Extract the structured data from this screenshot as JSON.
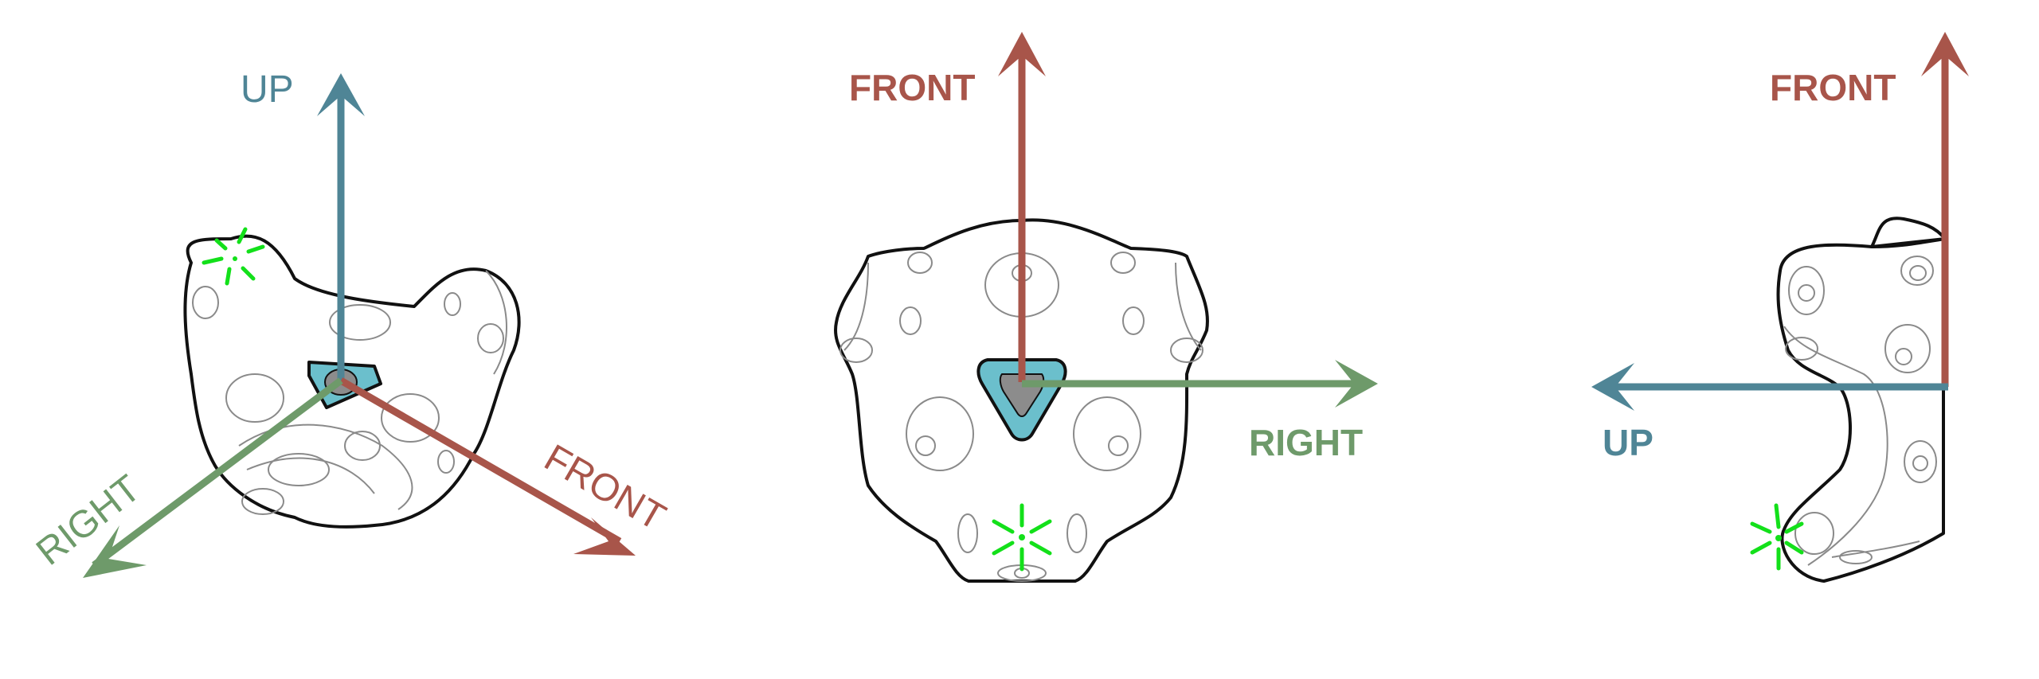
{
  "colors": {
    "up": "#4f8596",
    "front": "#a8554a",
    "right": "#6e9a6a",
    "led": "#13e01a",
    "mount": "#6bbfcc",
    "mount_inner": "#8c8c8c"
  },
  "views": [
    {
      "name": "isometric-view",
      "labels": {
        "up": "UP",
        "front": "FRONT",
        "right": "RIGHT"
      }
    },
    {
      "name": "top-view",
      "labels": {
        "front": "FRONT",
        "right": "RIGHT"
      }
    },
    {
      "name": "side-view",
      "labels": {
        "front": "FRONT",
        "up": "UP"
      }
    }
  ]
}
